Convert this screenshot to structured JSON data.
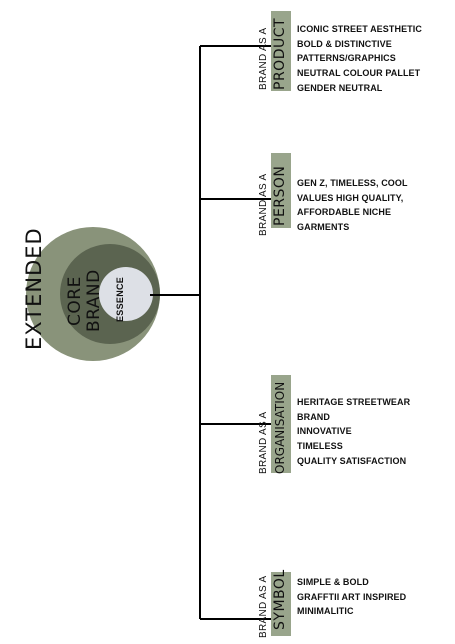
{
  "colors": {
    "extended": "#89937a",
    "core": "#5b6450",
    "essence": "#dde0e6",
    "label_band": "#99a58c",
    "line": "#000000",
    "text": "#111111"
  },
  "circles": {
    "extended_label": "EXTENDED",
    "core_label": "CORE",
    "brand_label": "BRAND",
    "essence_label": "ESSENCE"
  },
  "branches": [
    {
      "prefix": "BRAND AS A",
      "category": "PRODUCT",
      "lines": [
        "ICONIC STREET AESTHETIC",
        "BOLD & DISTINCTIVE",
        "PATTERNS/GRAPHICS",
        "NEUTRAL COLOUR PALLET",
        "GENDER NEUTRAL"
      ]
    },
    {
      "prefix": "BRAND AS A",
      "category": "PERSON",
      "lines": [
        "GEN Z, TIMELESS, COOL",
        "VALUES HIGH QUALITY,",
        "AFFORDABLE NICHE",
        "GARMENTS"
      ]
    },
    {
      "prefix": "BRAND AS A",
      "category": "ORGANISATION",
      "lines": [
        "HERITAGE STREETWEAR",
        "BRAND",
        "INNOVATIVE",
        "TIMELESS",
        "QUALITY SATISFACTION"
      ]
    },
    {
      "prefix": "BRAND AS A",
      "category": "SYMBOL",
      "lines": [
        "SIMPLE & BOLD",
        "GRAFFTII ART INSPIRED",
        "MINIMALITIC"
      ]
    }
  ]
}
